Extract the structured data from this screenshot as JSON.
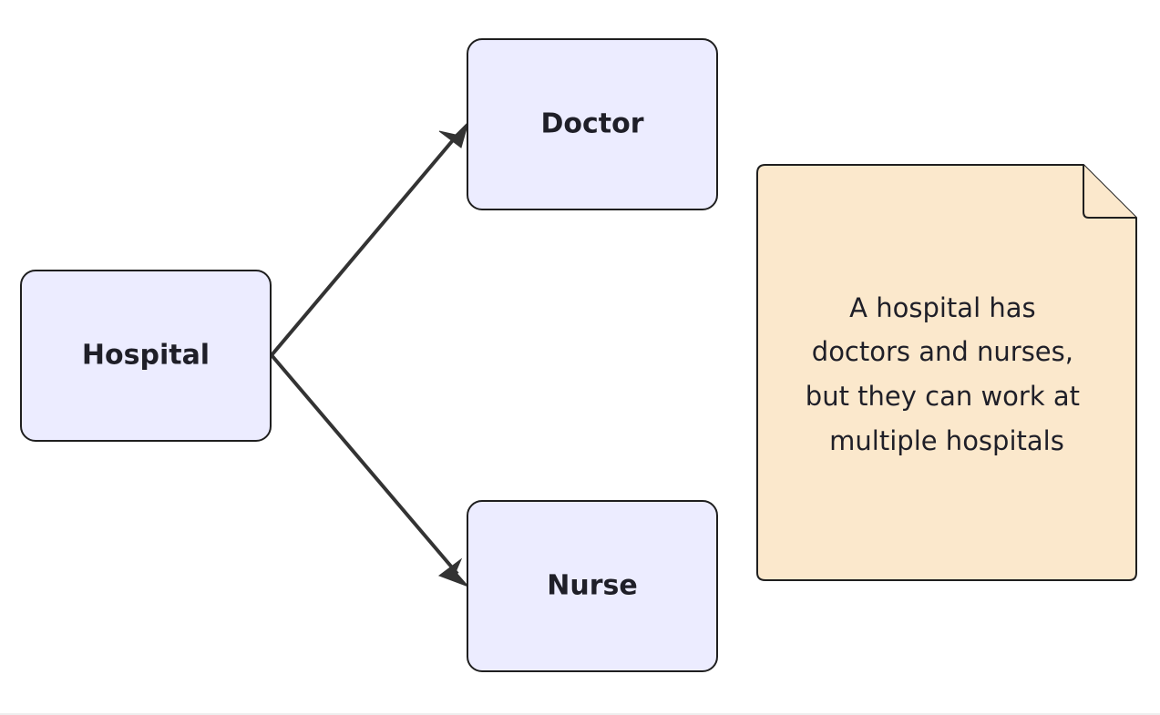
{
  "nodes": {
    "hospital": {
      "label": "Hospital"
    },
    "doctor": {
      "label": "Doctor"
    },
    "nurse": {
      "label": "Nurse"
    }
  },
  "edges": [
    {
      "from": "hospital",
      "to": "doctor"
    },
    {
      "from": "hospital",
      "to": "nurse"
    }
  ],
  "note": {
    "lines": [
      "A hospital has",
      "doctors and nurses,",
      "but they can work at",
      "multiple hospitals"
    ]
  },
  "colors": {
    "node_fill": "#ECECFF",
    "node_stroke": "#1f1f1f",
    "edge": "#333333",
    "note_fill": "#FBE8CC",
    "text": "#1f1f28"
  }
}
